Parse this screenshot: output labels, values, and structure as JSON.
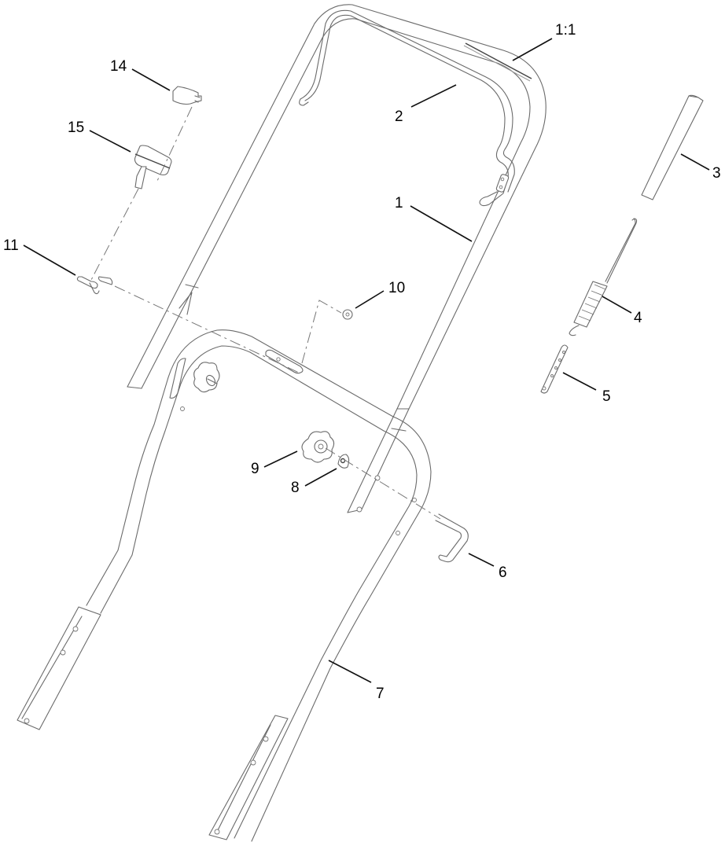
{
  "diagram": {
    "type": "exploded parts diagram",
    "subject": "lawn mower handle assembly",
    "callouts": [
      {
        "id": "1:1",
        "label": "1:1",
        "part": "decal on upper handle top bar"
      },
      {
        "id": "1",
        "label": "1",
        "part": "upper handle"
      },
      {
        "id": "2",
        "label": "2",
        "part": "bail / control bar"
      },
      {
        "id": "3",
        "label": "3",
        "part": "handle grip tube"
      },
      {
        "id": "4",
        "label": "4",
        "part": "extension spring"
      },
      {
        "id": "5",
        "label": "5",
        "part": "spring adjustment plate"
      },
      {
        "id": "6",
        "label": "6",
        "part": "bent pin / bolt"
      },
      {
        "id": "7",
        "label": "7",
        "part": "lower handle"
      },
      {
        "id": "8",
        "label": "8",
        "part": "curved washer"
      },
      {
        "id": "9",
        "label": "9",
        "part": "handle knob"
      },
      {
        "id": "10",
        "label": "10",
        "part": "nut"
      },
      {
        "id": "11",
        "label": "11",
        "part": "cable clip"
      },
      {
        "id": "14",
        "label": "14",
        "part": "cap"
      },
      {
        "id": "15",
        "label": "15",
        "part": "cable guide"
      }
    ],
    "colors": {
      "line": "#6b6b6b",
      "leader": "#111111",
      "background": "#ffffff"
    }
  }
}
